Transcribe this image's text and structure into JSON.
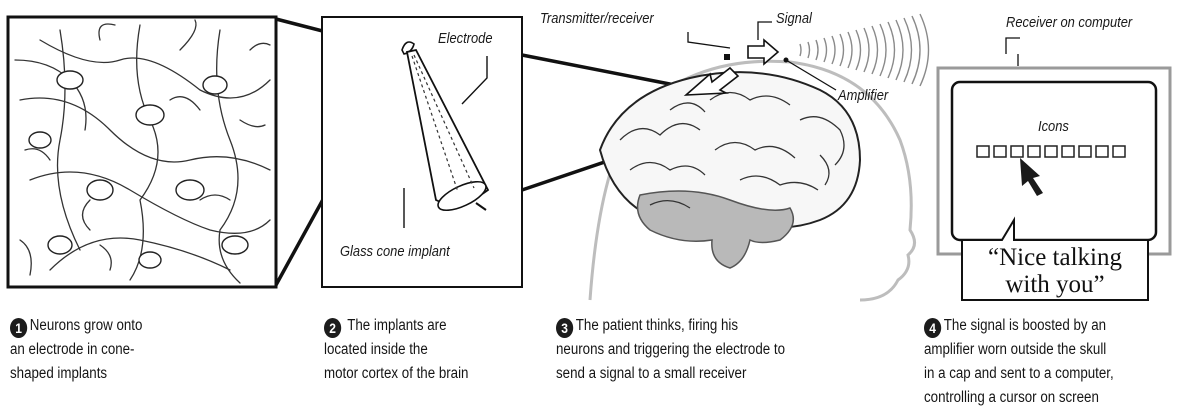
{
  "labels": {
    "electrode": "Electrode",
    "glass_cone": "Glass cone implant",
    "transmitter": "Transmitter/receiver",
    "signal": "Signal",
    "amplifier": "Amplifier",
    "receiver": "Receiver on computer",
    "icons": "Icons"
  },
  "speech": {
    "line1": "“Nice talking",
    "line2": "with you”"
  },
  "steps": [
    {
      "number": "1",
      "lines": [
        "Neurons grow onto",
        "an electrode in cone-",
        "shaped implants"
      ]
    },
    {
      "number": "2",
      "lines": [
        "The implants are",
        "located inside the",
        "motor cortex of the brain"
      ]
    },
    {
      "number": "3",
      "lines": [
        "The patient thinks, firing his",
        "neurons and triggering the electrode to",
        "send a signal to a small receiver"
      ]
    },
    {
      "number": "4",
      "lines": [
        "The signal is boosted by an",
        "amplifier worn outside the skull",
        "in a cap and sent to a computer,",
        "controlling a cursor on screen"
      ]
    }
  ]
}
